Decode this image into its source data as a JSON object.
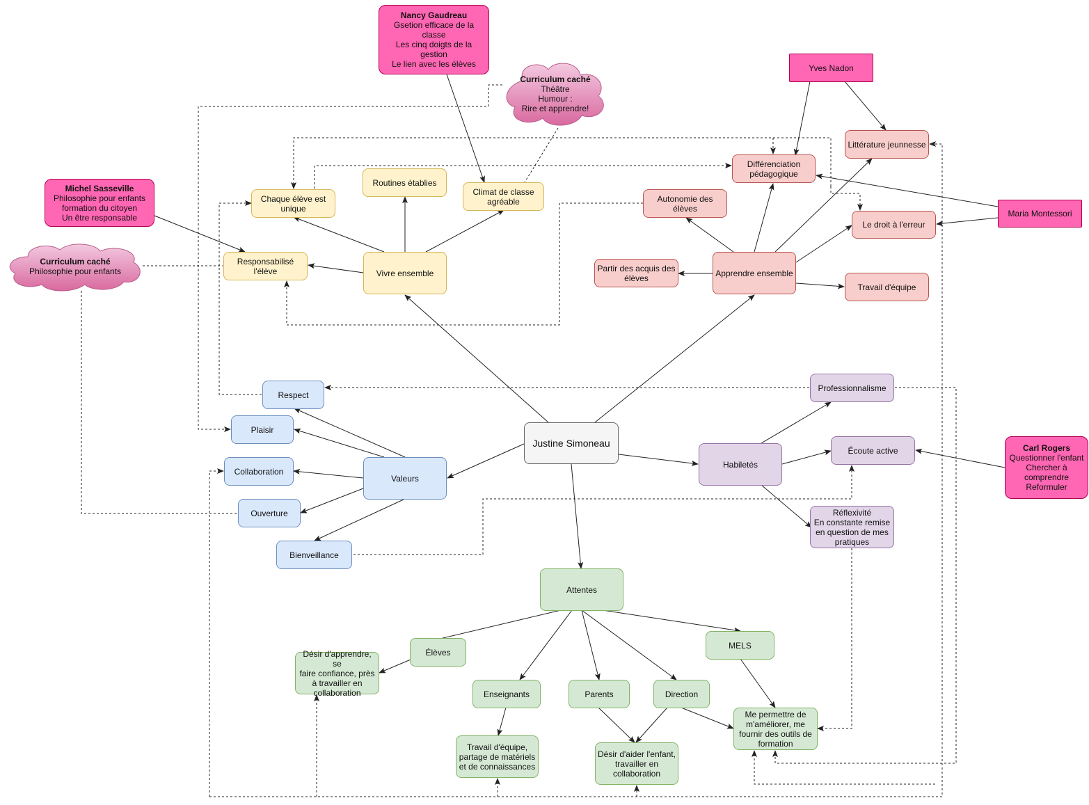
{
  "colors": {
    "blue_fill": "#dae8fc",
    "yellow_fill": "#fff2cc",
    "red_fill": "#f8cecc",
    "purple_fill": "#e1d5e7",
    "green_fill": "#d5e8d4",
    "gray_fill": "#f5f5f5",
    "pink_fill": "#ff66b3",
    "cloud_fill": "#e6a0c4",
    "edge": "#222222"
  },
  "nodes": {
    "center": "Justine Simoneau",
    "vivre": "Vivre ensemble",
    "apprendre": "Apprendre ensemble",
    "valeurs": "Valeurs",
    "habiletes": "Habiletés",
    "attentes": "Attentes",
    "chaque_eleve": "Chaque élève est\nunique",
    "routines": "Routines établies",
    "climat": "Climat de classe\nagréable",
    "responsabilise": "Responsabilisé\nl'élève",
    "differenciation": "Différenciation\npédagogique",
    "litterature": "Littérature jeunnesse",
    "autonomie": "Autonomie des\nélèves",
    "droit_erreur": "Le droit à l'erreur",
    "partir_acquis": "Partir des acquis des\nélèves",
    "travail_equipe": "Travail d'équipe",
    "respect": "Respect",
    "plaisir": "Plaisir",
    "collaboration": "Collaboration",
    "ouverture": "Ouverture",
    "bienveillance": "Bienveillance",
    "professionnalisme": "Professionnalisme",
    "ecoute": "Écoute active",
    "reflexivite": "Réflexivité\nEn constante remise\nen question de mes\npratiques",
    "eleves": "Élèves",
    "enseignants": "Enseignants",
    "parents": "Parents",
    "direction": "Direction",
    "mels": "MELS",
    "desir_apprendre": "Désir d'apprendre, se\nfaire confiance, près\nà travailler en\ncollaboration",
    "travail_partage": "Travail d'équipe,\npartage de matériels\net de connaissances",
    "desir_aider": "Désir d'aider l'enfant,\ntravailler en\ncollaboration",
    "me_permettre": "Me permettre de\nm'améliorer, me\nfournir des outils de\nformation",
    "nancy": {
      "title": "Nancy Gaudreau",
      "body": "Gsetion efficace de la\nclasse\nLes cinq doigts de la gestion\nLe lien avec les élèves"
    },
    "michel": {
      "title": "Michel Sasseville",
      "body": "Philosophie pour enfants\nformation du citoyen\nUn être responsable"
    },
    "yves": "Yves Nadon",
    "maria": "Maria Montessori",
    "carl": {
      "title": "Carl Rogers",
      "body": "Questionner l'enfant\nChercher à\ncomprendre\nReformuler"
    },
    "cloud_top": {
      "title": "Curriculum caché",
      "body": "Théâtre\nHumour :\nRire et apprendre!"
    },
    "cloud_left": {
      "title": "Curriculum caché",
      "body": "Philosophie pour enfants"
    }
  }
}
